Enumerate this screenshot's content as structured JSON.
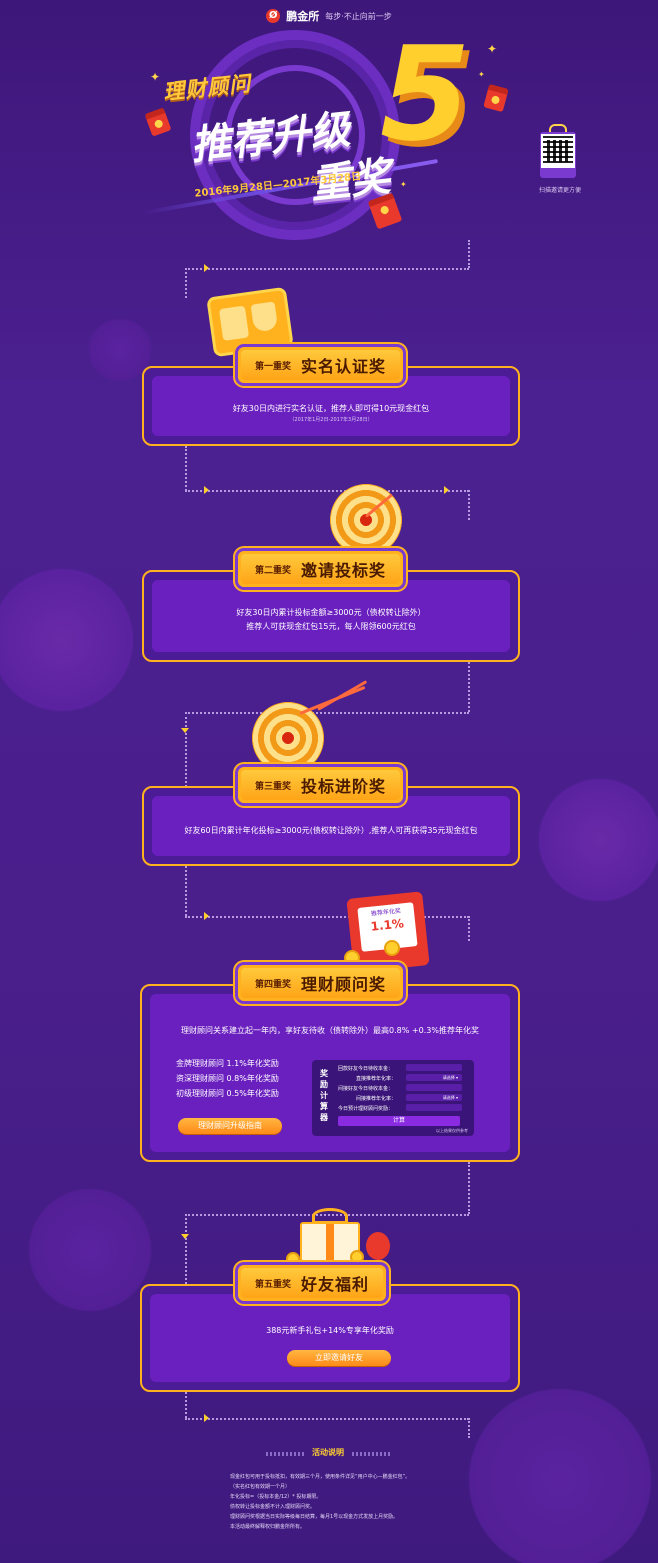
{
  "header": {
    "logo_mark": "Ø",
    "logo_text": "鹏金所",
    "slogan": "每步·不止向前一步"
  },
  "hero": {
    "subtitle": "理财顾问",
    "title_line1": "推荐升级",
    "title_line2": "重奖",
    "number": "5",
    "date_range": "2016年9月28日—2017年3月28日",
    "qr_caption": "扫描邀请更方便"
  },
  "rewards": [
    {
      "level": "第一重奖",
      "name": "实名认证奖",
      "text": "好友30日内进行实名认证，推荐人即可得10元现金红包",
      "note": "（2017年1月2日-2017年3月28日）"
    },
    {
      "level": "第二重奖",
      "name": "邀请投标奖",
      "text_line1": "好友30日内累计投标金额≥3000元（债权转让除外）",
      "text_line2": "推荐人可获现金红包15元，每人限领600元红包"
    },
    {
      "level": "第三重奖",
      "name": "投标进阶奖",
      "text": "好友60日内累计年化投标≥3000元(债权转让除外）,推荐人可再获得35元现金红包"
    },
    {
      "level": "第四重奖",
      "name": "理财顾问奖",
      "text": "理财顾问关系建立起一年内，享好友待收（债转除外）最高0.8% +0.3%推荐年化奖",
      "tiers": [
        "金牌理财顾问 1.1%年化奖励",
        "资深理财顾问 0.8%年化奖励",
        "初级理财顾问 0.5%年化奖励"
      ],
      "guide_button": "理财顾问升级指南",
      "envelope_label": "推荐年化奖",
      "envelope_rate": "1.1%",
      "calc_title": "奖励计算器",
      "calc_rows": [
        "回款好友今日待收本金：",
        "直接推荐年化率：",
        "间接好友今日待收本金：",
        "间接推荐年化率：",
        "今日预计理财顾问奖励："
      ],
      "calc_select": "请选择",
      "calc_button": "计算",
      "calc_note": "以上结果仅供参考"
    },
    {
      "level": "第五重奖",
      "name": "好友福利",
      "text": "388元新手礼包+14%专享年化奖励",
      "button": "立即邀请好友"
    }
  ],
  "notes": {
    "title": "活动说明",
    "lines": [
      "现金红包可用于投标抵扣，有效期三个月，使用条件详见“用户中心—鹏金红包”。",
      "（实名红包有效期一个月）",
      "年化投标=（投标本金/12）* 投标期限。",
      "债权转让投标金额不计入理财顾问奖。",
      "理财顾问奖根据当日实际等级每日结算，每月1号以现金方式发放上月奖励。",
      "本活动最终解释权归鹏金所所有。"
    ]
  },
  "colors": {
    "background": "#4a1f8c",
    "accent_orange": "#ffb21e",
    "accent_yellow": "#ffcf2e",
    "card_inner": "#6a1fbf"
  }
}
